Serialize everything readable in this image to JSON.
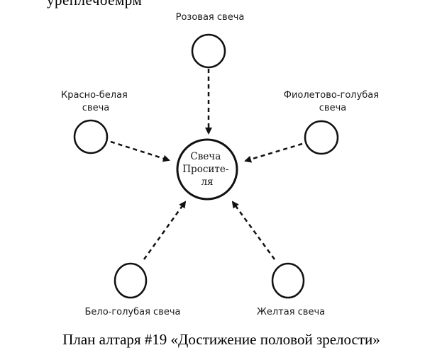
{
  "top_fragment": "уреплечоемрм",
  "diagram": {
    "center": {
      "lines": [
        "Свеча",
        "Просите-",
        "ля"
      ]
    },
    "candles": [
      {
        "id": "pink",
        "lines": [
          "Розовая свеча"
        ]
      },
      {
        "id": "red-white",
        "lines": [
          "Красно-белая",
          "свеча"
        ]
      },
      {
        "id": "violet-blue",
        "lines": [
          "Фиолетово-голубая",
          "свеча"
        ]
      },
      {
        "id": "white-blue",
        "lines": [
          "Бело-голубая свеча"
        ]
      },
      {
        "id": "yellow",
        "lines": [
          "Желтая свеча"
        ]
      }
    ]
  },
  "caption": "План алтаря #19 «Достижение половой зрелости»",
  "colors": {
    "ink": "#111111"
  }
}
